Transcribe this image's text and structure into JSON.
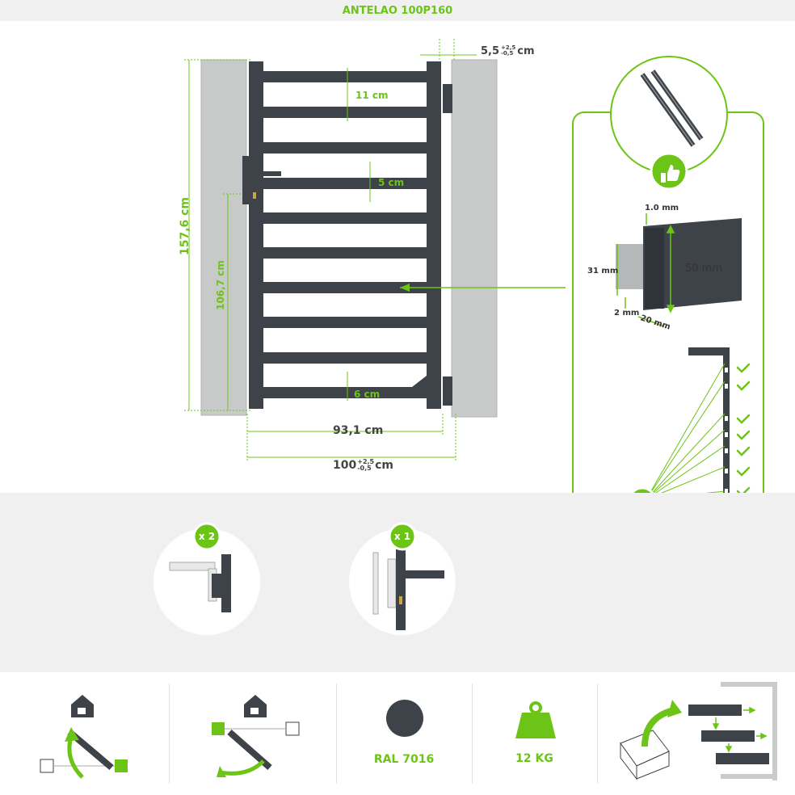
{
  "header": {
    "title": "ANTELAO 100P160"
  },
  "dimensions": {
    "bar_gap": "11 cm",
    "bar_height": "5 cm",
    "bottom_gap": "6 cm",
    "total_height": "157,6 cm",
    "handle_height": "106,7 cm",
    "inner_width": "93,1 cm",
    "outer_width": {
      "base": "100",
      "tol_plus": "+2,5",
      "tol_minus": "-0,5",
      "unit": "cm"
    },
    "post_gap": {
      "base": "5,5",
      "tol_plus": "+2,5",
      "tol_minus": "-0,5",
      "unit": "cm"
    }
  },
  "profile": {
    "thickness": "1.0 mm",
    "height": "50 mm",
    "inner_height": "31 mm",
    "lip": "2 mm",
    "depth": "20 mm"
  },
  "adjustable": {
    "count": "x 1"
  },
  "parts": {
    "hinges_count": "x 2",
    "lock_count": "x 1"
  },
  "features": {
    "color_label": "RAL 7016",
    "weight_label": "12 KG"
  },
  "colors": {
    "accent": "#6cc417",
    "gate": "#3d4349",
    "post": "#c9cbcb"
  },
  "icons": [
    "thumbs-up-icon",
    "house-icon",
    "weight-icon",
    "box-icon"
  ]
}
